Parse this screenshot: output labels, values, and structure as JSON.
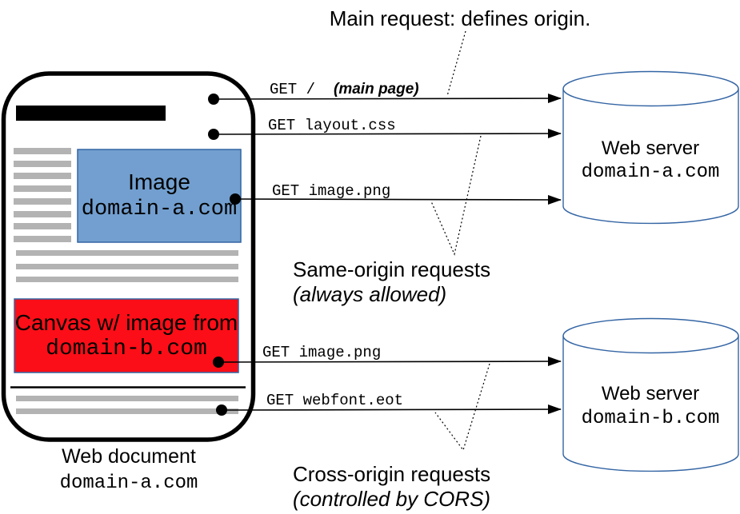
{
  "title": "Main request: defines origin.",
  "browser": {
    "caption_line1": "Web document",
    "caption_line2": "domain-a.com",
    "image_box": {
      "line1": "Image",
      "line2": "domain-a.com"
    },
    "canvas_box": {
      "line1": "Canvas w/ image from",
      "line2": "domain-b.com"
    }
  },
  "requests": [
    {
      "label": "GET /",
      "note": "(main page)"
    },
    {
      "label": "GET layout.css"
    },
    {
      "label": "GET image.png"
    },
    {
      "label": "GET image.png"
    },
    {
      "label": "GET webfont.eot"
    }
  ],
  "groups": {
    "same_origin": {
      "title": "Same-origin requests",
      "subtitle": "(always allowed)"
    },
    "cross_origin": {
      "title": "Cross-origin requests",
      "subtitle": "(controlled by CORS)"
    }
  },
  "servers": [
    {
      "title": "Web server",
      "domain": "domain-a.com"
    },
    {
      "title": "Web server",
      "domain": "domain-b.com"
    }
  ],
  "colors": {
    "image_blue": "#729fcf",
    "box_border": "#3465a4",
    "canvas_red": "#fb0e17",
    "cylinder_stroke": "#3465a4",
    "placeholder_gray": "#b3b3b3"
  }
}
